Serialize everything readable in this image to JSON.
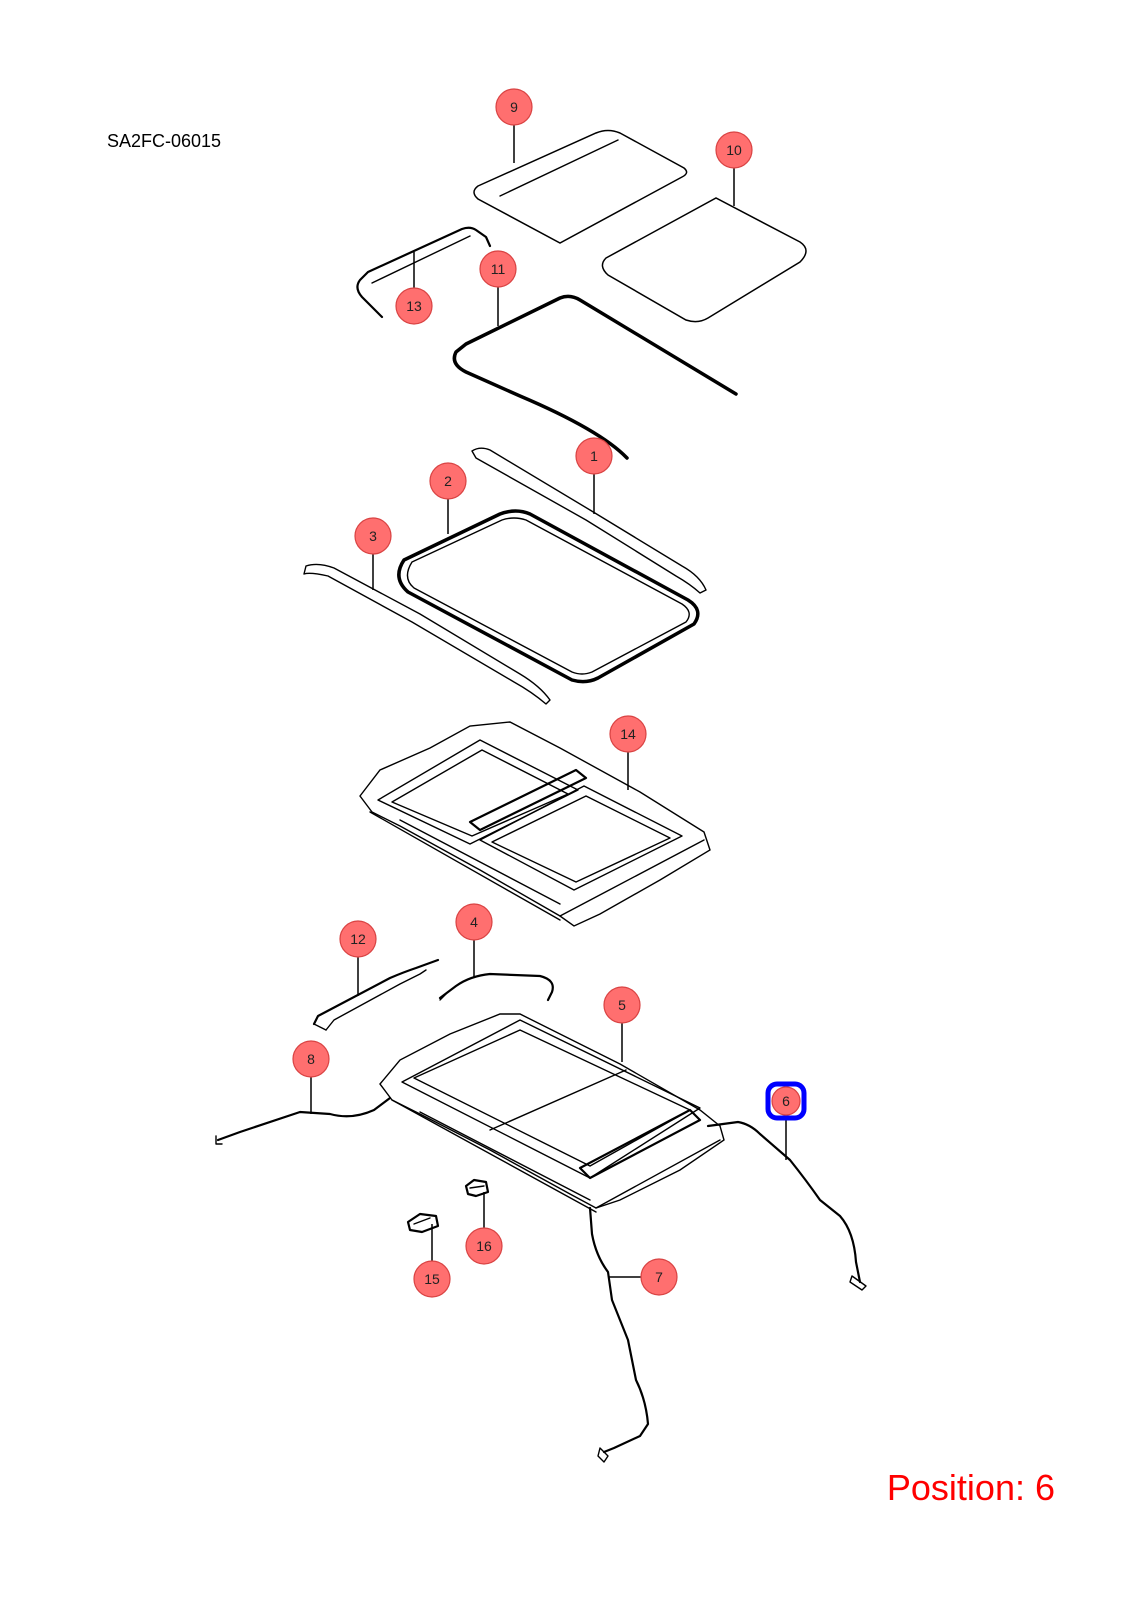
{
  "diagram_code": "SA2FC-06015",
  "position_label": "Position: 6",
  "selected_callout": "6",
  "colors": {
    "callout_fill": "#ff6f6f",
    "selection_outline": "#0000ff",
    "position_text": "#ff0000"
  },
  "callouts": [
    {
      "id": "c1",
      "label": "1"
    },
    {
      "id": "c2",
      "label": "2"
    },
    {
      "id": "c3",
      "label": "3"
    },
    {
      "id": "c4",
      "label": "4"
    },
    {
      "id": "c5",
      "label": "5"
    },
    {
      "id": "c6",
      "label": "6"
    },
    {
      "id": "c7",
      "label": "7"
    },
    {
      "id": "c8",
      "label": "8"
    },
    {
      "id": "c9",
      "label": "9"
    },
    {
      "id": "c10",
      "label": "10"
    },
    {
      "id": "c11",
      "label": "11"
    },
    {
      "id": "c12",
      "label": "12"
    },
    {
      "id": "c13",
      "label": "13"
    },
    {
      "id": "c14",
      "label": "14"
    },
    {
      "id": "c15",
      "label": "15"
    },
    {
      "id": "c16",
      "label": "16"
    }
  ]
}
